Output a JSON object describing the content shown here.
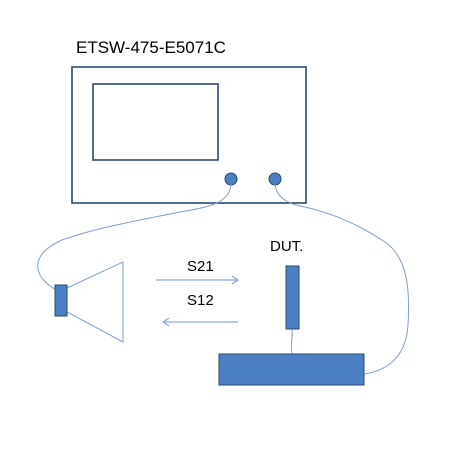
{
  "labels": {
    "instrument": "ETSW-475-E5071C",
    "dut": "DUT.",
    "s21": "S21",
    "s12": "S12"
  },
  "colors": {
    "outline": "#2b4a6f",
    "fill": "#4a7fc4",
    "fill_stroke": "#3a6aa8",
    "cable": "#7f9fcf",
    "arrow": "#8aaad6",
    "horn": "#7ba3d4"
  }
}
